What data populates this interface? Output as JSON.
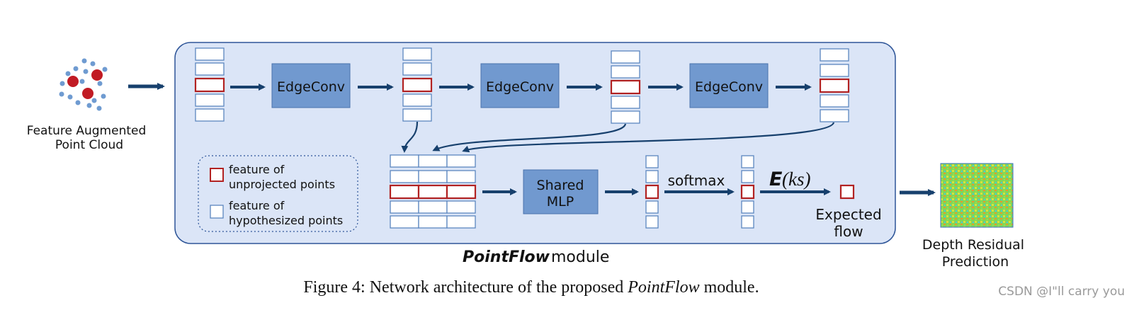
{
  "input": {
    "label_line1": "Feature Augmented",
    "label_line2": "Point Cloud"
  },
  "module": {
    "name_bold": "PointFlow",
    "name_rest": " module"
  },
  "blocks": {
    "edgeconv_1": "EdgeConv",
    "edgeconv_2": "EdgeConv",
    "edgeconv_3": "EdgeConv",
    "mlp_line1": "Shared",
    "mlp_line2": "MLP"
  },
  "ops": {
    "softmax": "softmax",
    "expectation_E": "E",
    "expectation_args": "(ks)"
  },
  "output": {
    "flow_line1": "Expected",
    "flow_line2": "flow",
    "final_line1": "Depth Residual",
    "final_line2": "Prediction"
  },
  "legend": {
    "unprojected_line1": "feature of",
    "unprojected_line2": "unprojected points",
    "hypothesized_line1": "feature of",
    "hypothesized_line2": "hypothesized points"
  },
  "caption": {
    "prefix": "Figure 4: Network architecture of the proposed ",
    "italic": "PointFlow",
    "suffix": " module."
  },
  "watermark": "CSDN @I\"ll  carry  you",
  "colors": {
    "module_bg": "#dbe5f7",
    "module_border": "#2e5598",
    "block_fill": "#7199cf",
    "arrow": "#17406d",
    "highlight": "#b22222",
    "cell_border": "#5b86bf",
    "point_red": "#c11b24",
    "point_blue": "#6f9bd1"
  }
}
